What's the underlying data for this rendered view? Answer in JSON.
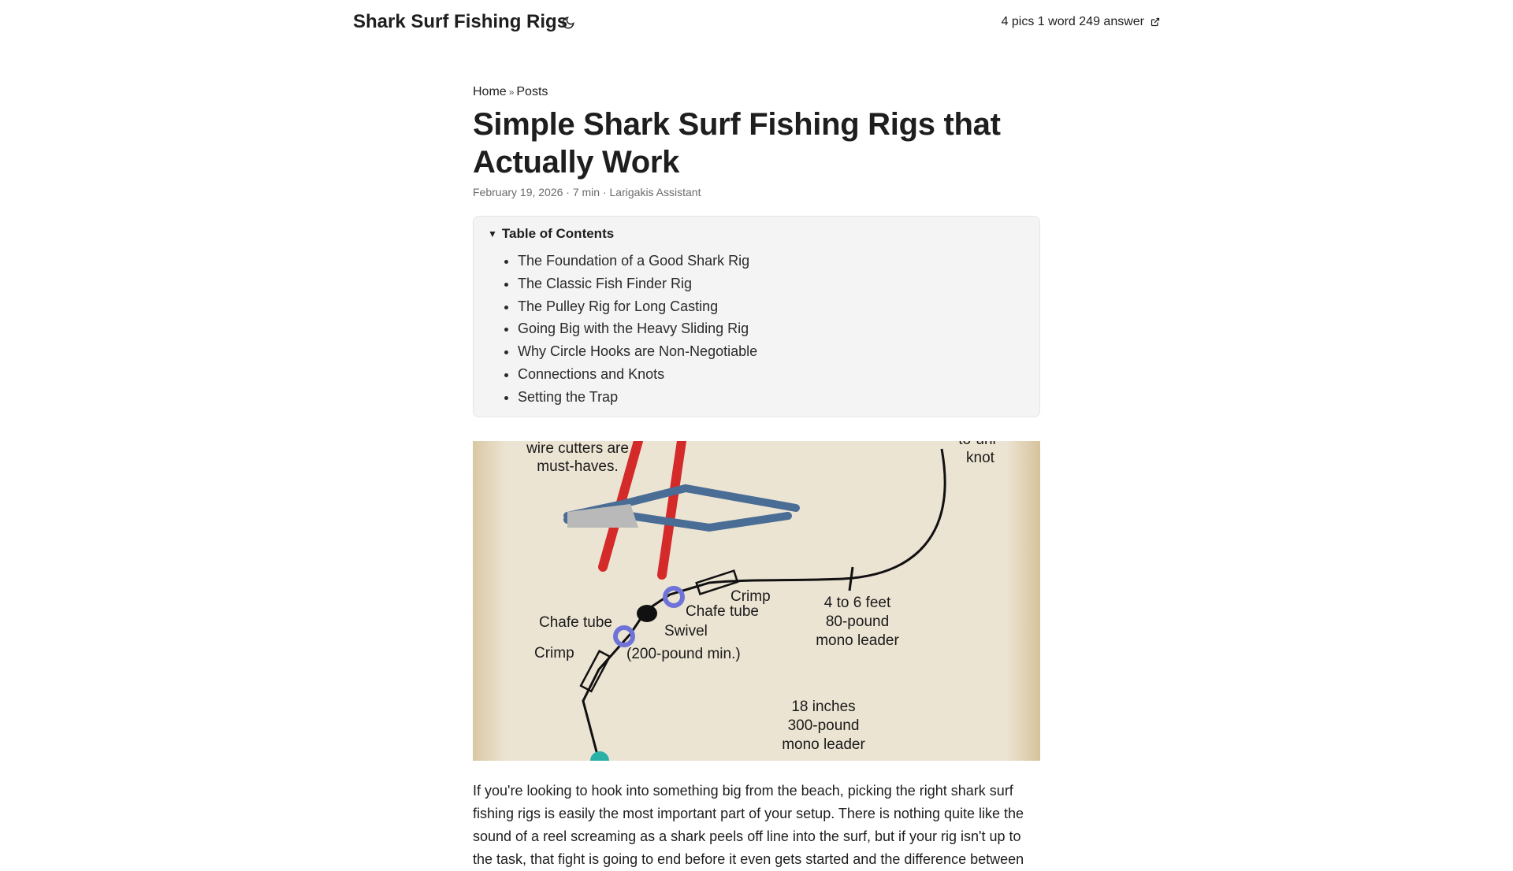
{
  "header": {
    "site_title": "Shark Surf Fishing Rigs",
    "theme_toggle_icon": "moon-icon",
    "external_link": "4 pics 1 word 249 answer",
    "external_icon": "external-link-icon"
  },
  "breadcrumb": {
    "home": "Home",
    "separator": "»",
    "posts": "Posts"
  },
  "post": {
    "title": "Simple Shark Surf Fishing Rigs that Actually Work",
    "meta": "February 19, 2026 · 7 min · Larigakis Assistant"
  },
  "toc": {
    "label": "Table of Contents",
    "items": [
      "The Foundation of a Good Shark Rig",
      "The Classic Fish Finder Rig",
      "The Pulley Rig for Long Casting",
      "Going Big with the Heavy Sliding Rig",
      "Why Circle Hooks are Non-Negotiable",
      "Connections and Knots",
      "Setting the Trap"
    ]
  },
  "figure": {
    "labels": {
      "cutters1": "wire cutters are",
      "cutters2": "must-haves.",
      "knot1": "to-uni",
      "knot2": "knot",
      "crimp_right": "Crimp",
      "chafe_right": "Chafe tube",
      "chafe_left": "Chafe tube",
      "swivel": "Swivel",
      "swivel_min": "(200-pound min.)",
      "crimp_left": "Crimp",
      "leader1a": "4 to 6 feet",
      "leader1b": "80-pound",
      "leader1c": "mono leader",
      "leader2a": "18 inches",
      "leader2b": "300-pound",
      "leader2c": "mono leader"
    }
  },
  "body": {
    "intro": "If you're looking to hook into something big from the beach, picking the right shark surf fishing rigs is easily the most important part of your setup. There is nothing quite like the sound of a reel screaming as a shark peels off line into the surf, but if your rig isn't up to the task, that fight is going to end before it even gets started and the difference between"
  }
}
